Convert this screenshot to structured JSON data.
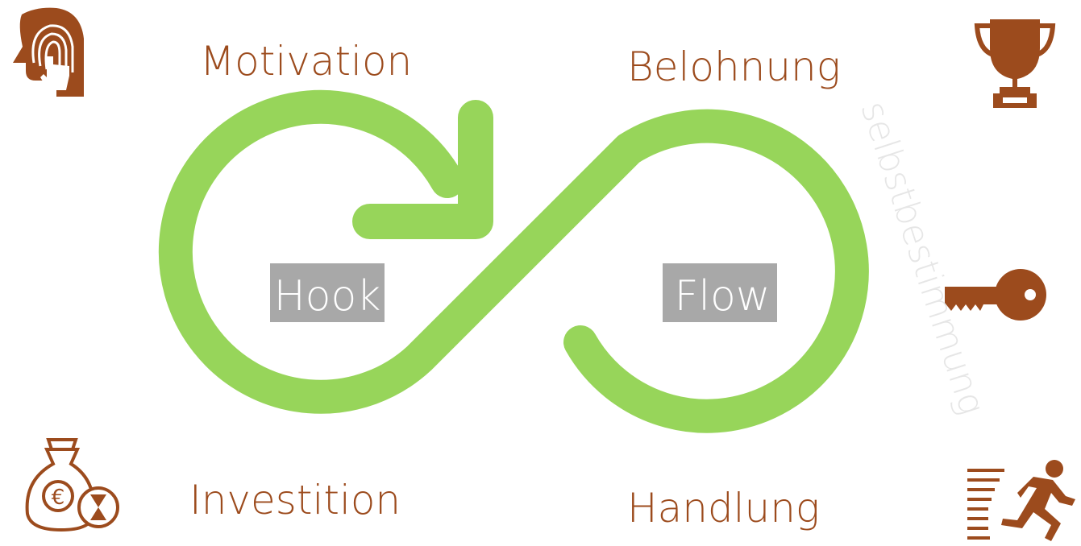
{
  "labels": {
    "motivation": "Motivation",
    "reward": "Belohnung",
    "investment": "Investition",
    "action": "Handlung",
    "hook": "Hook",
    "flow": "Flow",
    "vertical": "selbstbestimmung"
  },
  "colors": {
    "loop": "#97d55a",
    "icon": "#9c4b1d",
    "label_text": "#9c4b1d",
    "box_fill": "#a8a8a8",
    "box_text": "#ffffff",
    "vertical_text": "#e6e6e6"
  },
  "icons": {
    "motivation": "head-fingerprint-icon",
    "reward": "trophy-icon",
    "key": "key-icon",
    "investment": "money-bag-euro-icon",
    "action": "running-man-icon"
  }
}
